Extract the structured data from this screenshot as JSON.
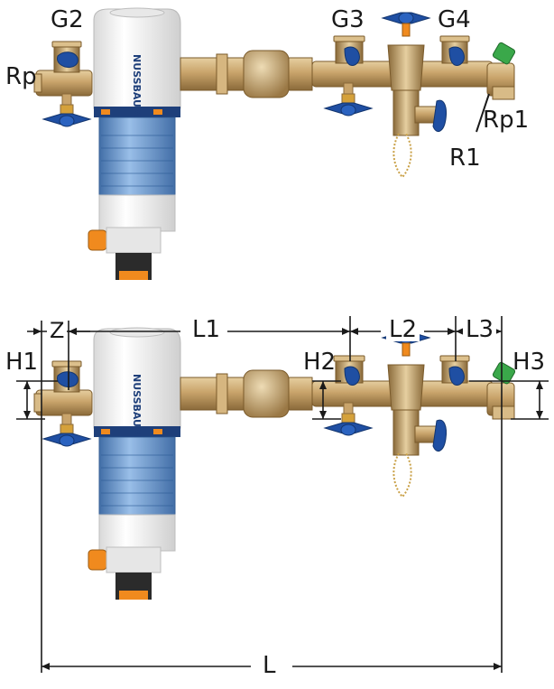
{
  "top": {
    "labels": {
      "g2": "G2",
      "g3": "G3",
      "g4": "G4",
      "rp": "Rp",
      "rp1": "Rp1",
      "r1": "R1"
    },
    "brand": "NUSSBAUM"
  },
  "bottom": {
    "labels": {
      "z": "Z",
      "l1": "L1",
      "l2": "L2",
      "l3": "L3",
      "h1": "H1",
      "h2": "H2",
      "h3": "H3",
      "l": "L"
    },
    "brand": "NUSSBAUM"
  },
  "colors": {
    "brass": "#c9a46b",
    "brass_dark": "#8a6a3a",
    "valve_blue": "#1f4fa3",
    "bowl_blue": "#4a86c8",
    "housing_white": "#f1f1f1",
    "accent_orange": "#f08a1e",
    "cap_green": "#3aa84a",
    "line": "#1a1a1a"
  }
}
